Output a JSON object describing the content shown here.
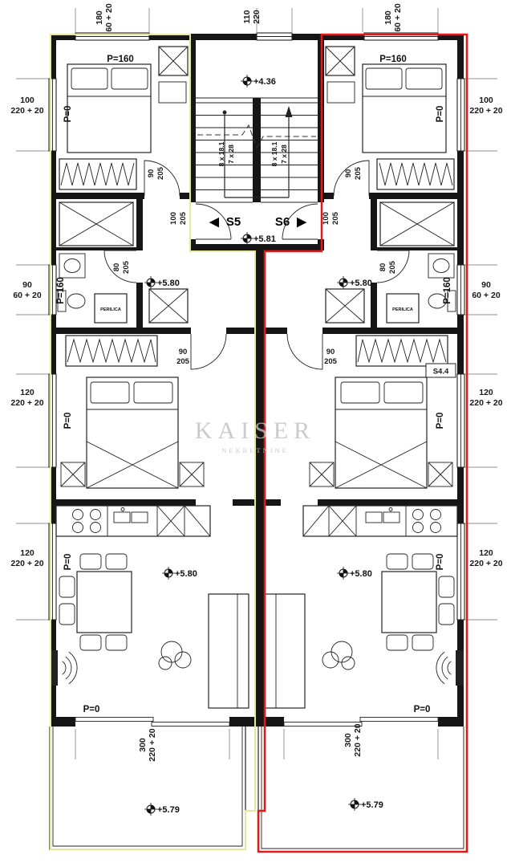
{
  "watermark": {
    "name": "KAISER",
    "tagline": "NEKRETNINE"
  },
  "colors": {
    "left_unit_outline": "#e6e69c",
    "right_unit_outline": "#e81717"
  },
  "stairwell": {
    "arrow_left": "◀",
    "unit_left": "S5",
    "unit_right": "S6",
    "arrow_right": "▶",
    "level_upper": "+4.36",
    "level_landing": "+5.81",
    "flight_rise": "8 x 18.1",
    "flight_tread": "7 x 28"
  },
  "levels": {
    "hall": "+5.80",
    "living": "+5.80",
    "terrace": "+5.79"
  },
  "area_labels": {
    "parapet_160": "P=160",
    "parapet_0": "P=0",
    "washing_machine": "PERILICA",
    "room_tag": "S4.4"
  },
  "doors": {
    "bedroom1": {
      "w": "90",
      "h": "205"
    },
    "stair": {
      "w": "100",
      "h": "205"
    },
    "bathroom": {
      "w": "80",
      "h": "205"
    },
    "bedroom2": {
      "w": "90",
      "h": "205"
    }
  },
  "dims": {
    "top_window_side": {
      "a": "180",
      "b": "60 + 20"
    },
    "top_window_center": {
      "a": "110",
      "b": "220"
    },
    "side_bedroom1": {
      "a": "100",
      "b": "220 + 20"
    },
    "side_bathroom": {
      "a": "90",
      "b": "60 + 20"
    },
    "side_bedroom2": {
      "a": "120",
      "b": "220 + 20"
    },
    "side_living": {
      "a": "120",
      "b": "220 + 20"
    },
    "terrace_door": {
      "a": "300",
      "b": "220 + 20"
    }
  }
}
